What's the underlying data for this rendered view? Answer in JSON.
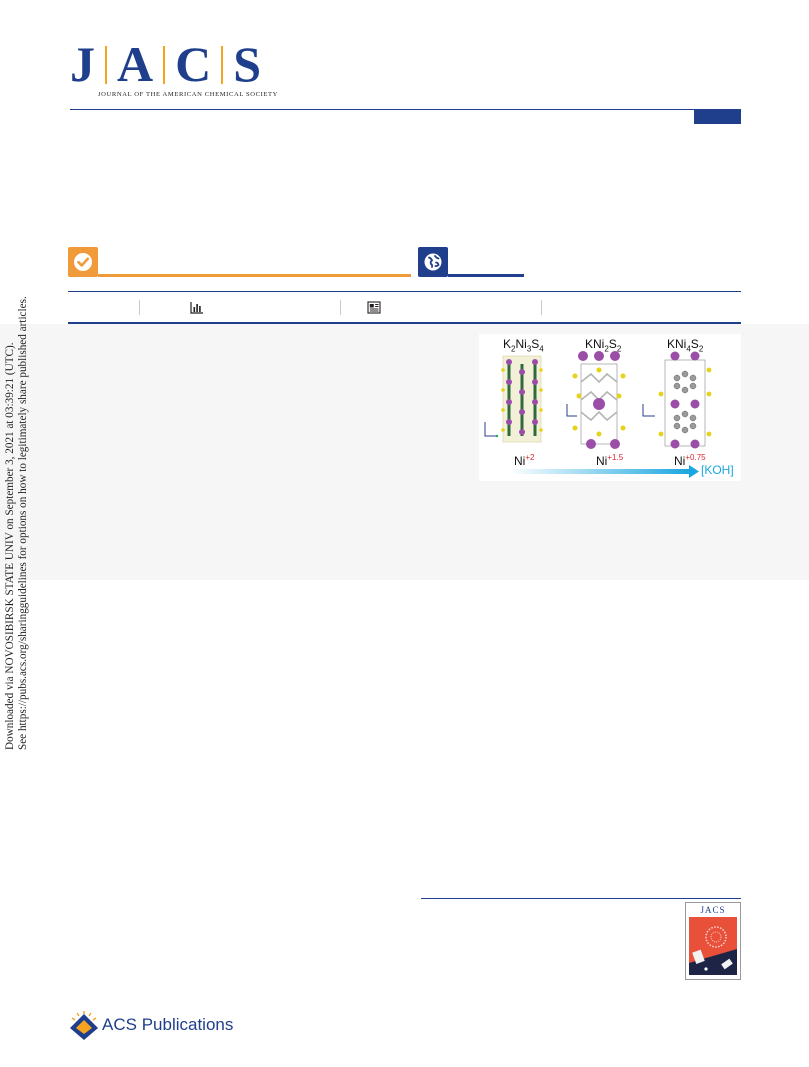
{
  "journal": {
    "letters": [
      "J",
      "A",
      "C",
      "S"
    ],
    "subtitle": "JOURNAL OF THE AMERICAN CHEMICAL SOCIETY"
  },
  "access": {
    "open_access_icon": "check-circle-icon",
    "cc_icon": "globe-icon"
  },
  "metrics": {
    "chart_icon": "bar-chart-icon",
    "article_icon": "article-icon"
  },
  "toc_graphic": {
    "compounds": [
      {
        "formula": [
          "K",
          "2",
          "Ni",
          "3",
          "S",
          "4"
        ],
        "oxidation": "+2"
      },
      {
        "formula": [
          "KNi",
          "2",
          "S",
          "2"
        ],
        "oxidation": "+1.5"
      },
      {
        "formula": [
          "KNi",
          "4",
          "S",
          "2"
        ],
        "oxidation": "+0.75"
      }
    ],
    "element": "Ni",
    "arrow_label": "[KOH]",
    "colors": {
      "potassium": "#9b4ea8",
      "sulfur": "#e4d21b",
      "nickel": "#b5b5b5",
      "arrow": "#1aa6e0",
      "oxidation": "#d8262d"
    }
  },
  "side_note": {
    "line1": "Downloaded via NOVOSIBIRSK STATE UNIV on September 3, 2021 at 03:39:21 (UTC).",
    "line2": "See https://pubs.acs.org/sharingguidelines for options on how to legitimately share published articles."
  },
  "cover": {
    "title": "JACS"
  },
  "publisher": {
    "name_bold": "ACS",
    "name_rest": " Publications"
  },
  "colors": {
    "brand_blue": "#1f3e8c",
    "accent_orange": "#f09a3a",
    "logo_gold": "#f4a41f"
  }
}
